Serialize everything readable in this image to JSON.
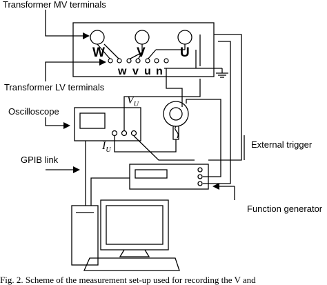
{
  "labels": {
    "mv_terminals": "Transformer MV terminals",
    "lv_terminals": "Transformer LV terminals",
    "oscilloscope": "Oscilloscope",
    "gpib": "GPIB link",
    "external_trigger": "External trigger",
    "function_generator": "Function generator"
  },
  "terminals": {
    "hv": [
      "W",
      "V",
      "U"
    ],
    "lv": [
      "w",
      "v",
      "u",
      "n"
    ]
  },
  "signals": {
    "voltage": "V",
    "voltage_sub": "U",
    "current": "I",
    "current_sub": "U"
  },
  "caption": "Fig. 2.  Scheme of the measurement set-up used for recording the V and"
}
